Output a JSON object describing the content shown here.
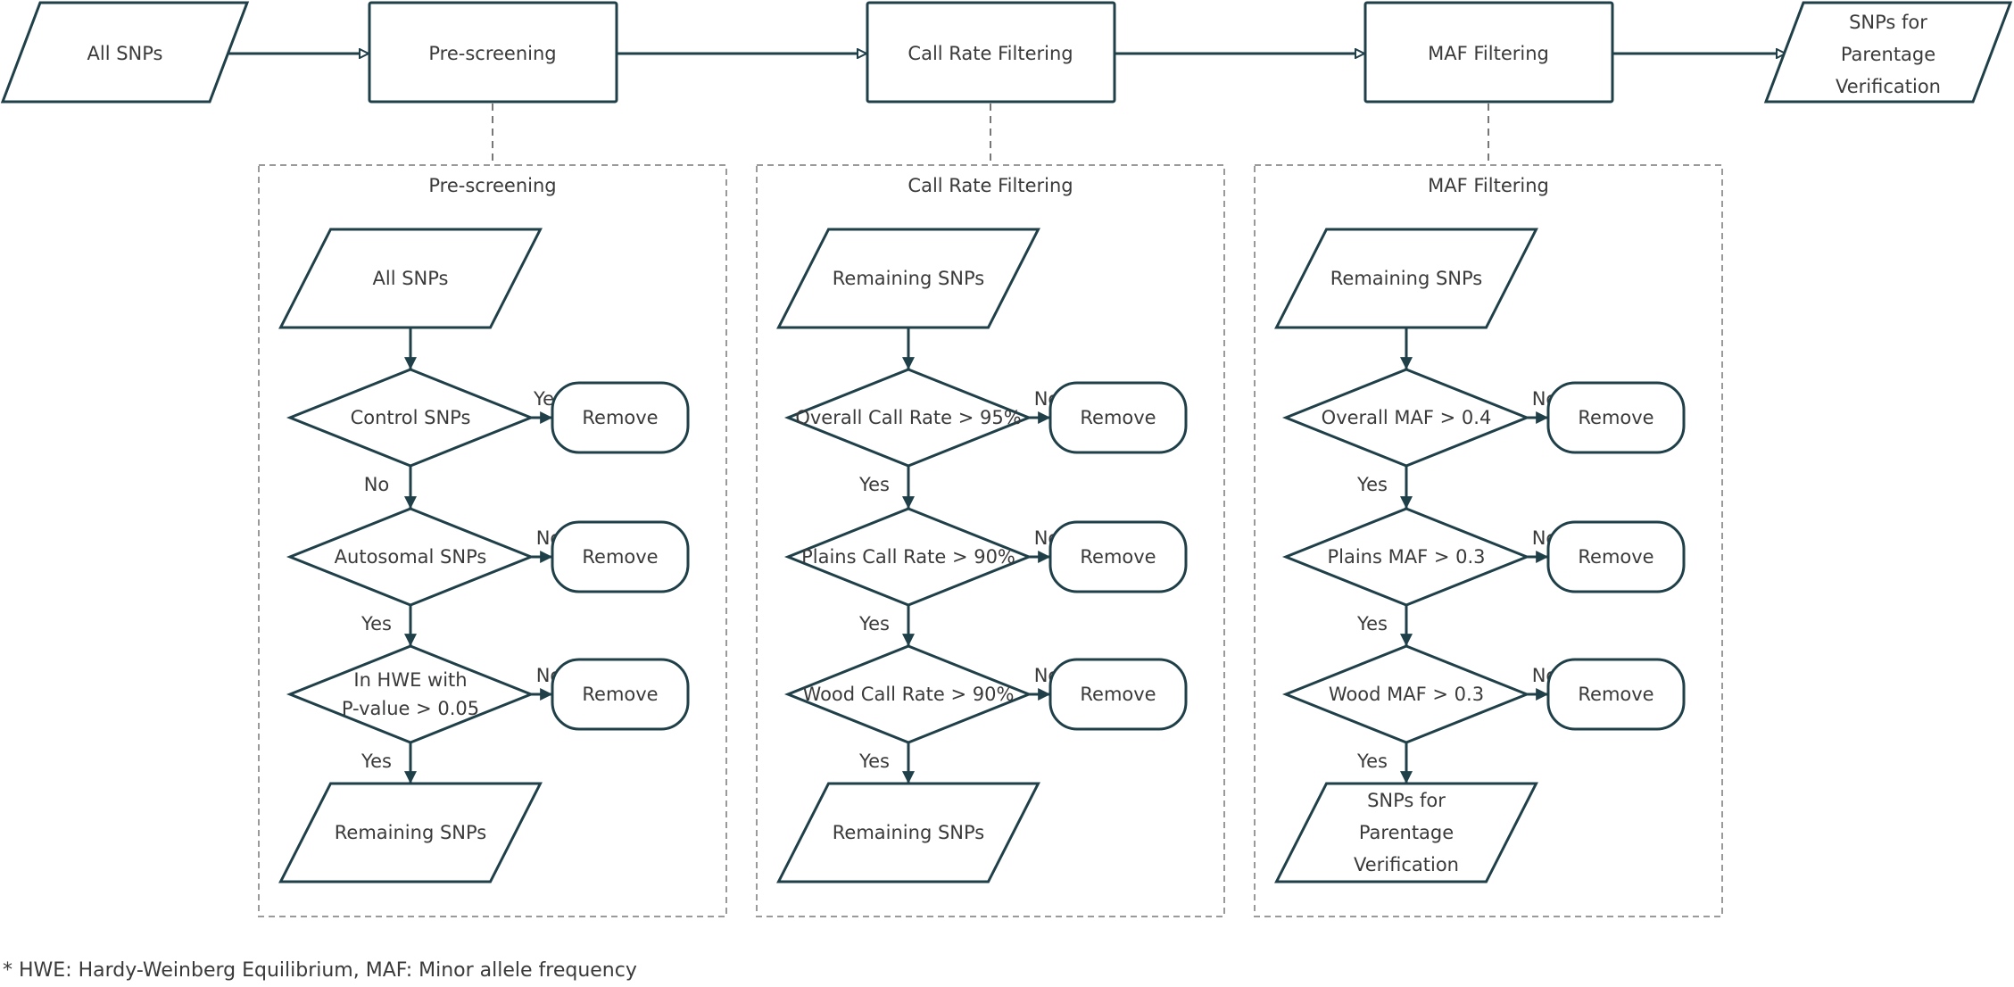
{
  "main_flow": {
    "input": "All SNPs",
    "steps": [
      "Pre-screening",
      "Call Rate Filtering",
      "MAF Filtering"
    ],
    "output": [
      "SNPs for",
      "Parentage",
      "Verification"
    ]
  },
  "panels": [
    {
      "title": "Pre-screening",
      "input": "All SNPs",
      "decisions": [
        {
          "text": [
            "Control SNPs"
          ],
          "remove_branch": "Yes",
          "continue_branch": "No"
        },
        {
          "text": [
            "Autosomal SNPs"
          ],
          "remove_branch": "No",
          "continue_branch": "Yes"
        },
        {
          "text": [
            "In HWE with",
            "P-value > 0.05"
          ],
          "remove_branch": "No",
          "continue_branch": "Yes"
        }
      ],
      "remove_label": "Remove",
      "output": [
        "Remaining SNPs"
      ]
    },
    {
      "title": "Call Rate Filtering",
      "input": "Remaining SNPs",
      "decisions": [
        {
          "text": [
            "Overall Call Rate > 95%"
          ],
          "remove_branch": "No",
          "continue_branch": "Yes"
        },
        {
          "text": [
            "Plains Call Rate > 90%"
          ],
          "remove_branch": "No",
          "continue_branch": "Yes"
        },
        {
          "text": [
            "Wood Call Rate > 90%"
          ],
          "remove_branch": "No",
          "continue_branch": "Yes"
        }
      ],
      "remove_label": "Remove",
      "output": [
        "Remaining SNPs"
      ]
    },
    {
      "title": "MAF Filtering",
      "input": "Remaining SNPs",
      "decisions": [
        {
          "text": [
            "Overall MAF > 0.4"
          ],
          "remove_branch": "No",
          "continue_branch": "Yes"
        },
        {
          "text": [
            "Plains MAF > 0.3"
          ],
          "remove_branch": "No",
          "continue_branch": "Yes"
        },
        {
          "text": [
            "Wood MAF > 0.3"
          ],
          "remove_branch": "No",
          "continue_branch": "Yes"
        }
      ],
      "remove_label": "Remove",
      "output": [
        "SNPs for",
        "Parentage",
        "Verification"
      ]
    }
  ],
  "footnote": "* HWE: Hardy-Weinberg Equilibrium, MAF: Minor allele frequency",
  "colors": {
    "stroke": "#1f3f49",
    "text": "#3a3a3a",
    "panel_border": "#9a9a9a"
  }
}
